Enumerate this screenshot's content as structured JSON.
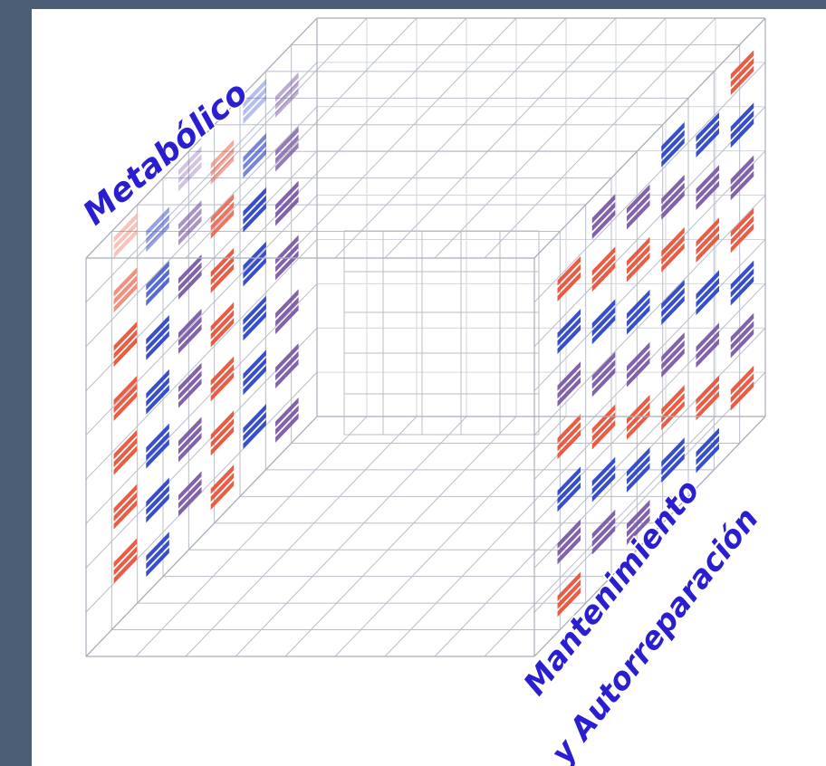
{
  "labels": {
    "top_axis": "Metabólico",
    "right_axis_line1": "Mantenimiento",
    "right_axis_line2": "y Autorreparación"
  },
  "colors": {
    "background_border": "#4b5e76",
    "label": "#2a1fd0",
    "block_blue": "#2c46c8",
    "block_red": "#e8543a",
    "block_purple": "#7b5aa6",
    "grid": "#b9bdc9"
  }
}
